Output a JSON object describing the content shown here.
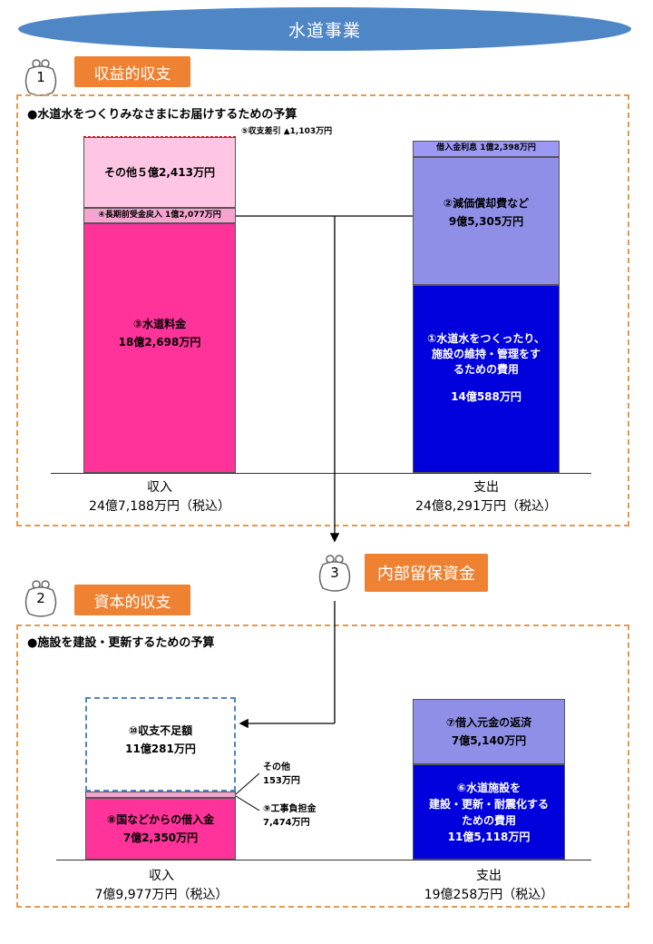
{
  "title": "水道事業",
  "section1": {
    "number": "1",
    "badge": "収益的収支",
    "caption": "●水道水をつくりみなさまにお届けするための予算",
    "income": {
      "surplus_label": "⑤収支差引 ▲1,103万円",
      "other_label": "その他５億2,413万円",
      "subsidy_label": "④長期前受金戻入 1億2,077万円",
      "water_fee_title": "③水道料金",
      "water_fee_value": "18億2,698万円",
      "axis_title": "収入",
      "axis_total": "24億7,188万円（税込）"
    },
    "expense": {
      "interest_label": "借入金利息 1億2,398万円",
      "depreciation_title": "②減価償却費など",
      "depreciation_value": "9億5,305万円",
      "operation_title_1": "①水道水をつくったり、",
      "operation_title_2": "施設の維持・管理をす",
      "operation_title_3": "るための費用",
      "operation_value": "14億588万円",
      "axis_title": "支出",
      "axis_total": "24億8,291万円（税込）"
    }
  },
  "section3": {
    "number": "3",
    "badge": "内部留保資金"
  },
  "section2": {
    "number": "2",
    "badge": "資本的収支",
    "caption": "●施設を建設・更新するための予算",
    "income": {
      "shortfall_title": "⑩収支不足額",
      "shortfall_value": "11億281万円",
      "other_label_1": "その他",
      "other_label_2": "153万円",
      "construction_label_1": "⑨工事負担金",
      "construction_label_2": "7,474万円",
      "loan_title": "⑧国などからの借入金",
      "loan_value": "7億2,350万円",
      "axis_title": "収入",
      "axis_total": "7億9,977万円（税込）"
    },
    "expense": {
      "repay_title": "⑦借入元金の返済",
      "repay_value": "7億5,140万円",
      "facility_title_1": "⑥水道施設を",
      "facility_title_2": "建設・更新・耐震化する",
      "facility_title_3": "ための費用",
      "facility_value": "11億5,118万円",
      "axis_title": "支出",
      "axis_total": "19億258万円（税込）"
    }
  },
  "colors": {
    "title_bg": "#4f86c6",
    "badge_bg": "#ee8232",
    "dashed_border": "#e29a4f",
    "pink_light": "#ffc6e3",
    "pink_mid": "#f5a4cf",
    "magenta": "#ff3399",
    "lavender": "#8f8fe8",
    "blue": "#0000dd",
    "periwinkle": "#9c99f4"
  }
}
